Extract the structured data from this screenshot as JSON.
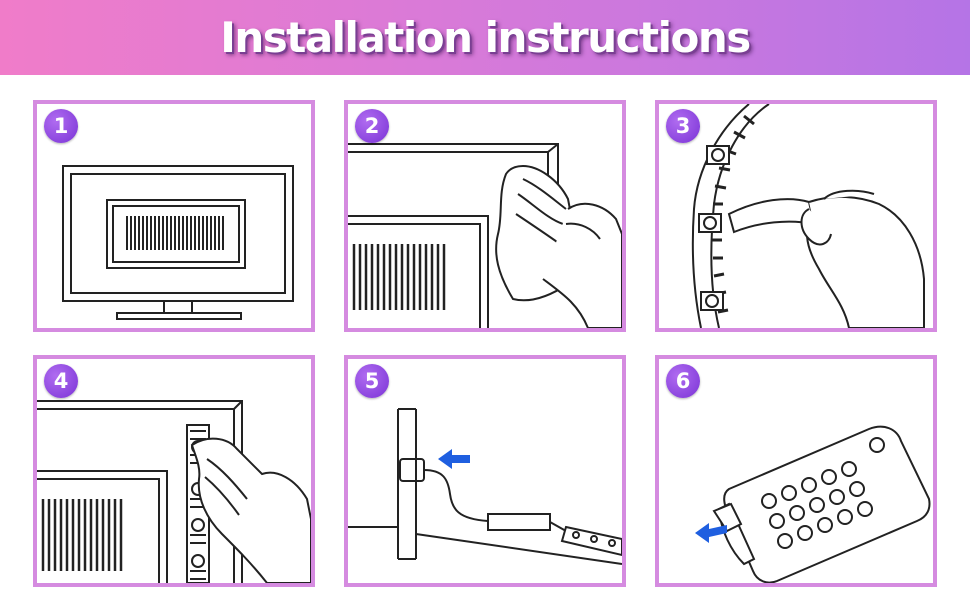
{
  "title": "Installation instructions",
  "colors": {
    "banner_gradient_start": "#f07cc9",
    "banner_gradient_end": "#b574e6",
    "panel_border": "#d58be0",
    "step_badge": "#8a3fe0",
    "arrow": "#1f5fe0"
  },
  "steps": [
    {
      "number": "1",
      "illustration": "tv-screen"
    },
    {
      "number": "2",
      "illustration": "wipe-tv-back-with-cloth"
    },
    {
      "number": "3",
      "illustration": "peel-adhesive-backing-from-led-strip"
    },
    {
      "number": "4",
      "illustration": "press-led-strip-onto-tv-back"
    },
    {
      "number": "5",
      "illustration": "plug-usb-into-tv"
    },
    {
      "number": "6",
      "illustration": "remote-control-pull-battery-tab"
    }
  ]
}
